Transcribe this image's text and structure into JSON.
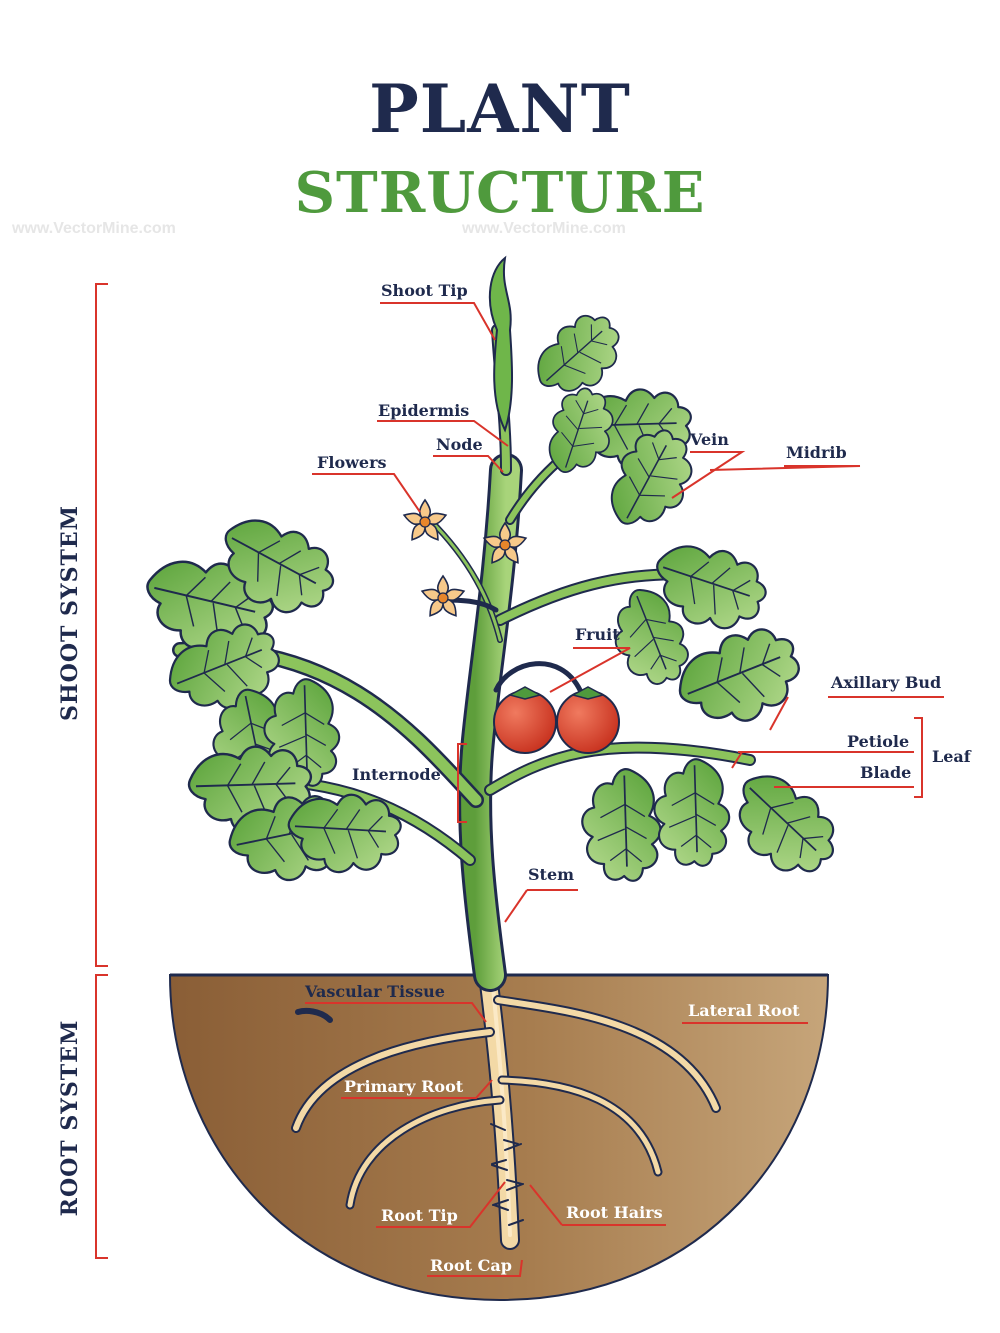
{
  "title": {
    "line1": "PLANT",
    "line2": "STRUCTURE"
  },
  "systems": {
    "shoot": "SHOOT SYSTEM",
    "root": "ROOT SYSTEM"
  },
  "watermark": "www.VectorMine.com",
  "labels": {
    "shoot_tip": "Shoot Tip",
    "epidermis": "Epidermis",
    "node": "Node",
    "flowers": "Flowers",
    "vein": "Vein",
    "midrib": "Midrib",
    "fruit": "Fruit",
    "axillary_bud": "Axillary Bud",
    "petiole": "Petiole",
    "blade": "Blade",
    "leaf": "Leaf",
    "internode": "Internode",
    "stem": "Stem",
    "vascular_tissue": "Vascular Tissue",
    "lateral_root": "Lateral Root",
    "primary_root": "Primary Root",
    "root_tip": "Root Tip",
    "root_hairs": "Root Hairs",
    "root_cap": "Root Cap"
  },
  "colors": {
    "title_dark": "#1f2a4d",
    "title_green": "#4f9a3d",
    "leader_red": "#d9342b",
    "leaf_green": "#6fb64a",
    "stem_green": "#8cc45c",
    "soil_light": "#c09a6b",
    "soil_dark": "#8a5e36",
    "root_cream": "#f3d9a6",
    "fruit_red": "#d8402f",
    "flower_peach": "#f7c98a"
  }
}
